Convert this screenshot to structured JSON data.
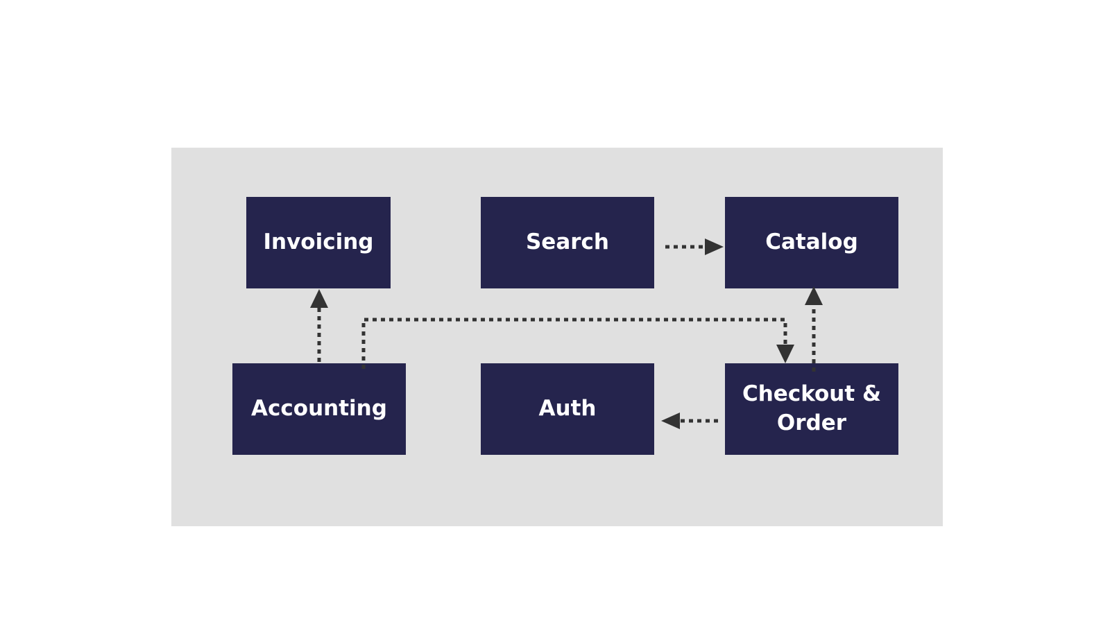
{
  "diagram": {
    "colors": {
      "background": "#ffffff",
      "panel": "#e0e0e0",
      "node_fill": "#25244d",
      "node_text": "#ffffff",
      "edge": "#333333"
    },
    "nodes": {
      "invoicing": "Invoicing",
      "search": "Search",
      "catalog": "Catalog",
      "accounting": "Accounting",
      "auth": "Auth",
      "checkout": "Checkout & Order"
    },
    "edges": [
      {
        "from": "Search",
        "to": "Catalog",
        "style": "dotted"
      },
      {
        "from": "Accounting",
        "to": "Invoicing",
        "style": "dotted"
      },
      {
        "from": "Accounting",
        "to": "Checkout & Order",
        "style": "dotted"
      },
      {
        "from": "Checkout & Order",
        "to": "Catalog",
        "style": "dotted"
      },
      {
        "from": "Checkout & Order",
        "to": "Auth",
        "style": "dotted"
      }
    ]
  }
}
